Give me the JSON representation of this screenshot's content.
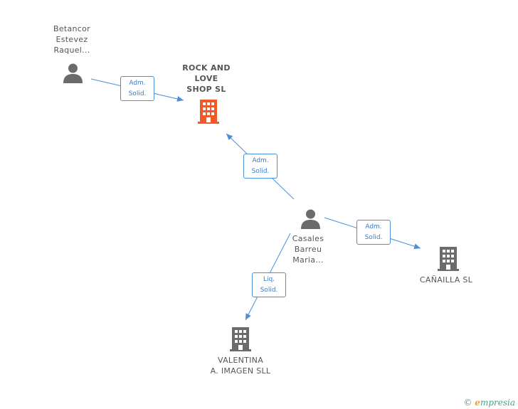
{
  "nodes": {
    "betancor": {
      "lines": [
        "Betancor",
        "Estevez",
        "Raquel..."
      ]
    },
    "rock": {
      "lines": [
        "ROCK AND",
        "LOVE",
        "SHOP  SL"
      ]
    },
    "casales": {
      "lines": [
        "Casales",
        "Barreu",
        "Maria..."
      ]
    },
    "canailla": {
      "lines": [
        "CAÑAILLA SL"
      ]
    },
    "valentina": {
      "lines": [
        "VALENTINA",
        "A.  IMAGEN SLL"
      ]
    }
  },
  "edges": {
    "betancor_rock": {
      "lines": [
        "Adm.",
        "Solid."
      ]
    },
    "casales_rock": {
      "lines": [
        "Adm.",
        "Solid."
      ]
    },
    "casales_canailla": {
      "lines": [
        "Adm.",
        "Solid."
      ]
    },
    "casales_valentina": {
      "lines": [
        "Liq.",
        "Solid."
      ]
    }
  },
  "colors": {
    "edge": "#4a90d9",
    "company_main": "#f05a28",
    "company": "#6b6b6b",
    "person": "#6b6b6b"
  },
  "footer": {
    "copyright": "©",
    "brand_e": "e",
    "brand_rest": "mpresia"
  }
}
